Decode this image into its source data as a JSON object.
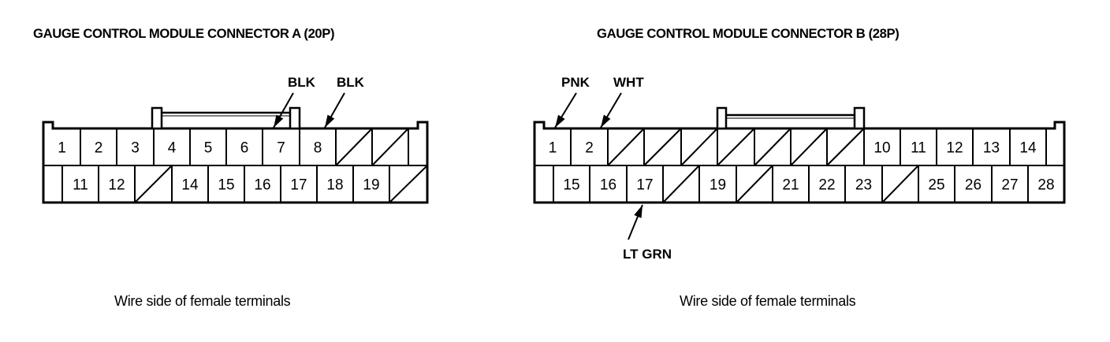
{
  "connectors": [
    {
      "id": "A",
      "title": "GAUGE CONTROL MODULE CONNECTOR A (20P)",
      "caption": "Wire side of female terminals",
      "top_row": [
        "1",
        "2",
        "3",
        "4",
        "5",
        "6",
        "7",
        "8",
        null,
        null,
        ""
      ],
      "bottom_row": [
        "",
        "11",
        "12",
        null,
        "14",
        "15",
        "16",
        "17",
        "18",
        "19",
        null
      ],
      "wire_labels": [
        {
          "text": "BLK",
          "pin": "7"
        },
        {
          "text": "BLK",
          "pin": "8"
        }
      ]
    },
    {
      "id": "B",
      "title": "GAUGE CONTROL MODULE CONNECTOR B (28P)",
      "caption": "Wire side of female terminals",
      "top_row": [
        "1",
        "2",
        null,
        null,
        null,
        null,
        null,
        null,
        null,
        "10",
        "11",
        "12",
        "13",
        "14",
        ""
      ],
      "bottom_row": [
        "",
        "15",
        "16",
        "17",
        null,
        "19",
        null,
        "21",
        "22",
        "23",
        null,
        "25",
        "26",
        "27",
        "28"
      ],
      "wire_labels": [
        {
          "text": "PNK",
          "pin": "1"
        },
        {
          "text": "WHT",
          "pin": "2"
        },
        {
          "text": "LT GRN",
          "pin": "17"
        }
      ]
    }
  ]
}
